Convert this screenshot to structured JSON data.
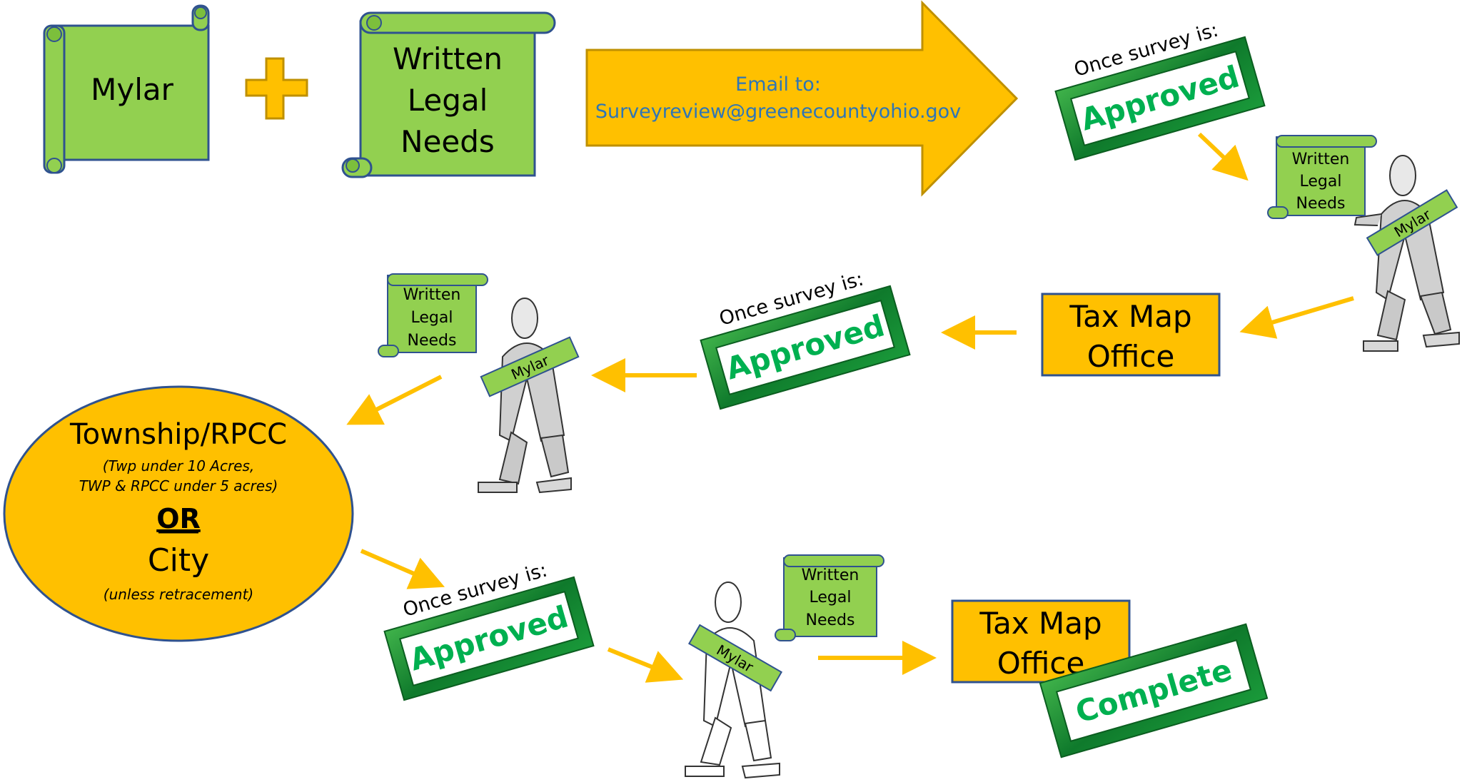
{
  "scroll_labels": {
    "mylar": "Mylar",
    "written_legal_needs": [
      "Written",
      "Legal",
      "Needs"
    ]
  },
  "email": {
    "line1": "Email to:",
    "line2": "Surveyreview@greenecountyohio.gov"
  },
  "stamp": {
    "caption": "Once survey is:",
    "approved": "Approved",
    "complete": "Complete"
  },
  "tax_office": {
    "line1": "Tax Map",
    "line2": "Office"
  },
  "township": {
    "title": "Township/RPCC",
    "note1": "(Twp under 10 Acres,",
    "note2": "TWP & RPCC under 5 acres)",
    "or": "OR",
    "city": "City",
    "city_note": "(unless retracement)"
  },
  "colors": {
    "scroll_green": "#92d050",
    "scroll_border": "#2f528f",
    "gold": "#ffc000",
    "gold_border": "#bf9000",
    "stamp_green": "#00b050",
    "email_text": "#2e75b6"
  }
}
